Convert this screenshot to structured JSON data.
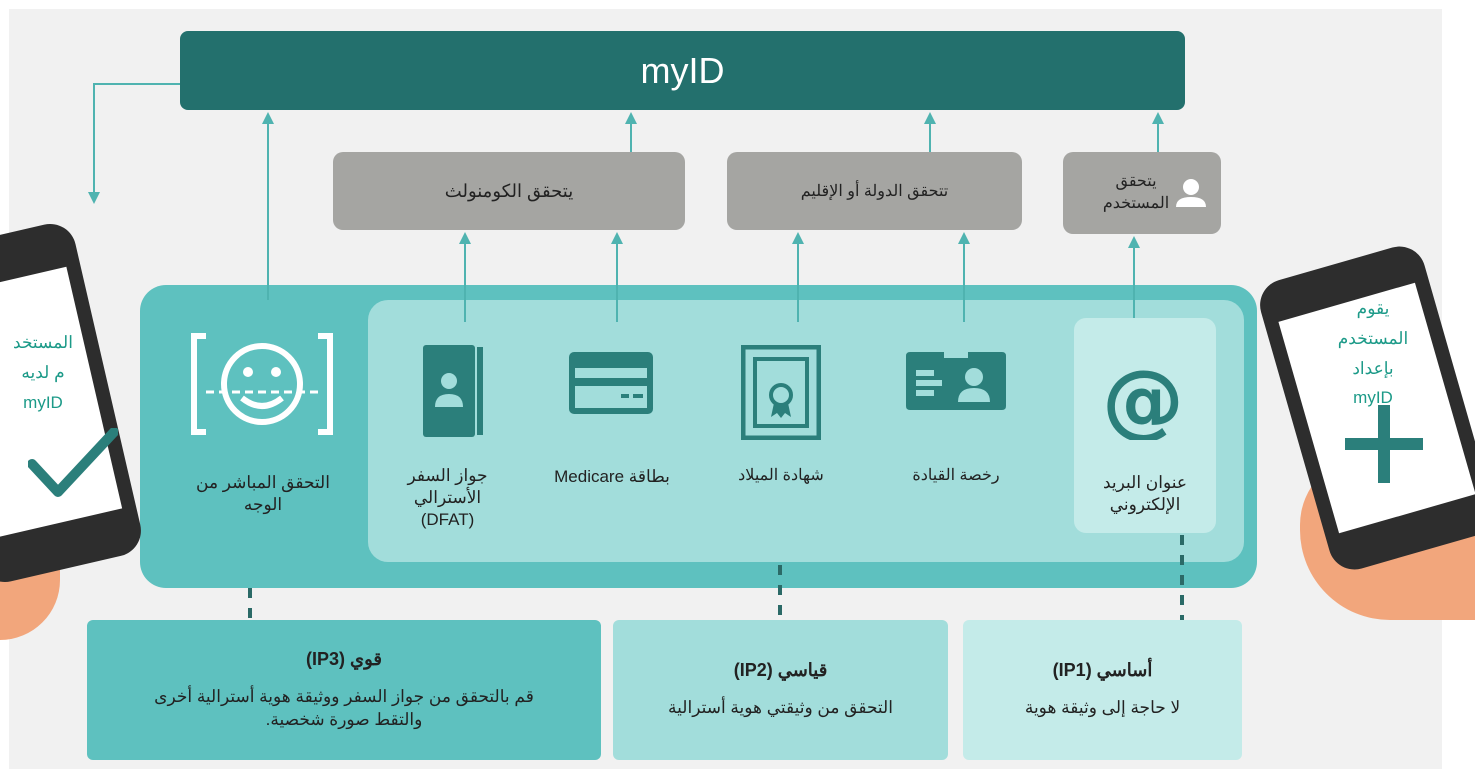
{
  "title": "myID",
  "verifiers": {
    "commonwealth": "يتحقق الكومنولث",
    "state": "تتحقق الدولة أو الإقليم",
    "user": "يتحقق المستخدم"
  },
  "documents": {
    "face": "التحقق المباشر من الوجه",
    "passport": "جواز السفر الأسترالي (DFAT)",
    "medicare": "بطاقة Medicare",
    "birth": "شهادة الميلاد",
    "license": "رخصة القيادة",
    "email": "عنوان البريد الإلكتروني"
  },
  "levels": {
    "ip3": {
      "title": "قوي (IP3)",
      "desc": "قم بالتحقق من جواز السفر ووثيقة هوية أسترالية أخرى والتقط صورة شخصية."
    },
    "ip2": {
      "title": "قياسي (IP2)",
      "desc": "التحقق من وثيقتي هوية أسترالية"
    },
    "ip1": {
      "title": "أساسي (IP1)",
      "desc": "لا حاجة إلى وثيقة هوية"
    }
  },
  "phones": {
    "left_lines": [
      "المستخد",
      "م لديه",
      "myID"
    ],
    "right_lines": [
      "يقوم",
      "المستخدم",
      "بإعداد",
      "myID"
    ]
  },
  "colors": {
    "banner": "#23706d",
    "teal_dark": "#2b7f7b",
    "teal_panel": "#5ec1bf",
    "teal_inner": "#a2dddb",
    "grey_box": "#a5a5a2",
    "arrow": "#4fb3b0",
    "accent_phone": "#1c9a88"
  },
  "icons": [
    "face-scan-icon",
    "passport-icon",
    "medicare-card-icon",
    "certificate-icon",
    "license-card-icon",
    "at-sign-icon",
    "user-icon",
    "checkmark-icon",
    "plus-icon"
  ]
}
